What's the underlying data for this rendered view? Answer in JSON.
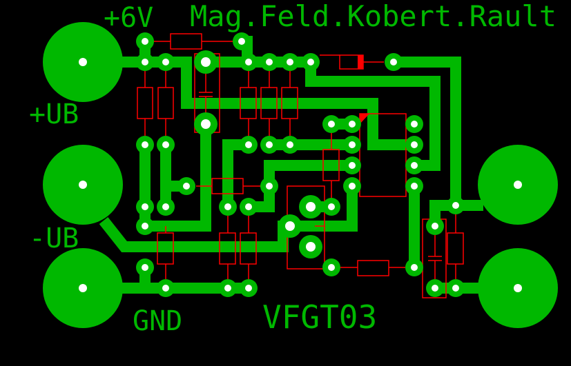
{
  "labels": {
    "voltage": "+6V",
    "author": "Mag.Feld.Kobert.Rault",
    "plus_ub": "+UB",
    "minus_ub": "-UB",
    "gnd": "GND",
    "board_name": "VFGT03"
  },
  "colors": {
    "copper": "#00b800",
    "silkscreen": "#ff0000",
    "drill": "#ffffff",
    "background": "#000000"
  }
}
